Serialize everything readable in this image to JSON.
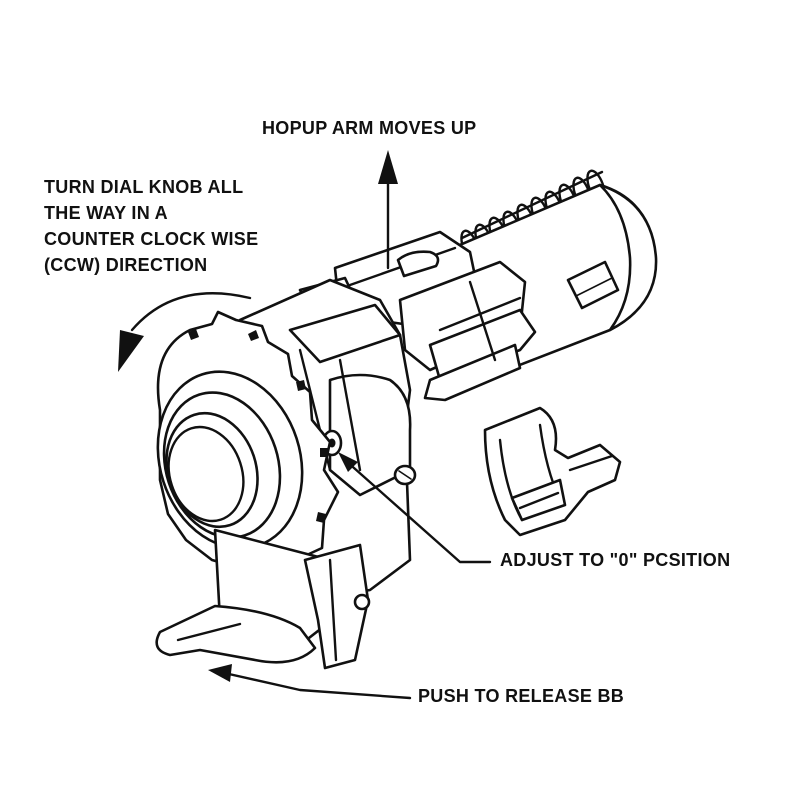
{
  "labels": {
    "hopup_arm": "HOPUP ARM MOVES UP",
    "turn_dial": [
      "TURN DIAL KNOB ALL",
      "THE WAY IN A",
      "COUNTER CLOCK WISE",
      "(CCW) DIRECTION"
    ],
    "adjust": "ADJUST TO \"0\" PCSITION",
    "push": "PUSH TO RELEASE BB"
  },
  "colors": {
    "ink": "#111111",
    "paper": "#ffffff"
  }
}
